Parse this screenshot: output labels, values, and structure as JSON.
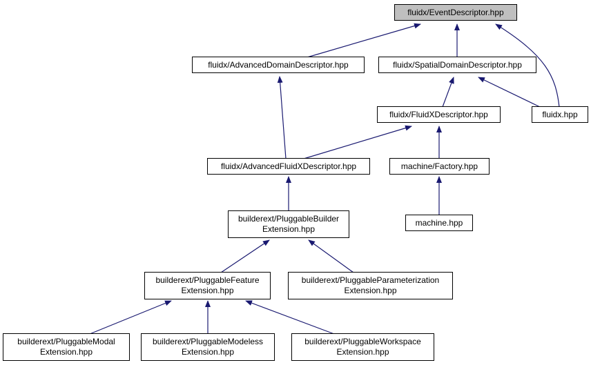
{
  "colors": {
    "edge": "#191970",
    "root_fill": "#bfbfbf",
    "node_fill": "#ffffff",
    "border": "#000000"
  },
  "nodes": {
    "event_descriptor": {
      "lines": [
        "fluidx/EventDescriptor.hpp"
      ]
    },
    "advanced_domain_descriptor": {
      "lines": [
        "fluidx/AdvancedDomainDescriptor.hpp"
      ]
    },
    "spatial_domain_descriptor": {
      "lines": [
        "fluidx/SpatialDomainDescriptor.hpp"
      ]
    },
    "fluidx_descriptor": {
      "lines": [
        "fluidx/FluidXDescriptor.hpp"
      ]
    },
    "fluidx_hpp": {
      "lines": [
        "fluidx.hpp"
      ]
    },
    "advanced_fluidx_descriptor": {
      "lines": [
        "fluidx/AdvancedFluidXDescriptor.hpp"
      ]
    },
    "machine_factory": {
      "lines": [
        "machine/Factory.hpp"
      ]
    },
    "pluggable_builder": {
      "lines": [
        "builderext/PluggableBuilder",
        "Extension.hpp"
      ]
    },
    "machine_hpp": {
      "lines": [
        "machine.hpp"
      ]
    },
    "pluggable_feature": {
      "lines": [
        "builderext/PluggableFeature",
        "Extension.hpp"
      ]
    },
    "pluggable_parameterization": {
      "lines": [
        "builderext/PluggableParameterization",
        "Extension.hpp"
      ]
    },
    "pluggable_modal": {
      "lines": [
        "builderext/PluggableModal",
        "Extension.hpp"
      ]
    },
    "pluggable_modeless": {
      "lines": [
        "builderext/PluggableModeless",
        "Extension.hpp"
      ]
    },
    "pluggable_workspace": {
      "lines": [
        "builderext/PluggableWorkspace",
        "Extension.hpp"
      ]
    }
  }
}
